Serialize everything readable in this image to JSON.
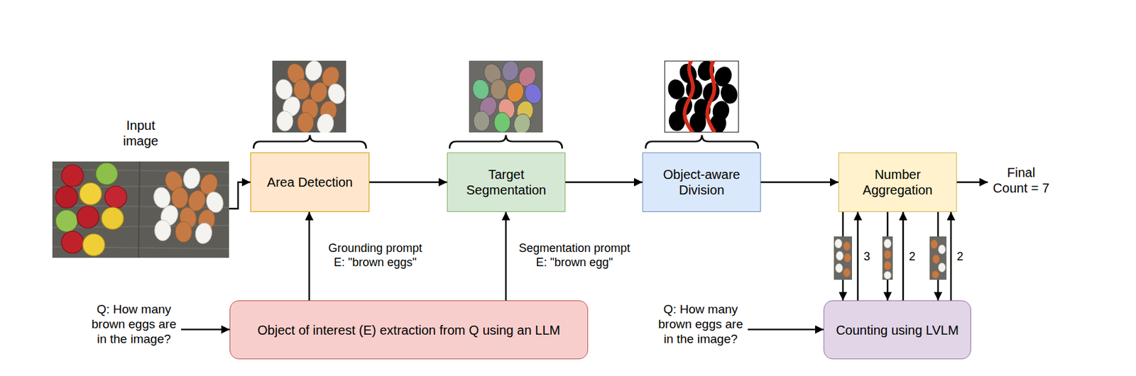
{
  "diagram": {
    "nodes": [
      {
        "text": [
          "Input image"
        ]
      },
      {
        "text": [
          "Area Detection"
        ]
      },
      {
        "text": [
          "Target Segmentation"
        ]
      },
      {
        "text": [
          "Object-aware Division"
        ]
      },
      {
        "text": [
          "Number Aggregation"
        ]
      },
      {
        "text": [
          "Object of interest (E) extraction from Q using an LLM"
        ]
      },
      {
        "text": [
          "Counting using LVLM"
        ]
      }
    ],
    "edges": [
      {
        "from": 0,
        "to": 1,
        "arrow": "to"
      },
      {
        "from": 1,
        "to": 2,
        "arrow": "to"
      },
      {
        "from": 2,
        "to": 3,
        "arrow": "to"
      },
      {
        "from": 3,
        "to": 4,
        "arrow": "to"
      },
      {
        "from": 5,
        "to": 1,
        "label": "Grounding prompt E: \"brown eggs\"",
        "arrow": "to"
      },
      {
        "from": 5,
        "to": 2,
        "label": "Segmentation prompt E: \"brown egg\"",
        "arrow": "to"
      },
      {
        "from": 4,
        "to": 6,
        "arrow": "to"
      },
      {
        "from": 6,
        "to": 4,
        "label": "3",
        "arrow": "to"
      },
      {
        "from": 4,
        "to": 6,
        "arrow": "to"
      },
      {
        "from": 6,
        "to": 4,
        "label": "2",
        "arrow": "to"
      },
      {
        "from": 4,
        "to": 6,
        "arrow": "to"
      },
      {
        "from": 6,
        "to": 4,
        "label": "2",
        "arrow": "to"
      }
    ],
    "labels": [
      "Final Count = 7",
      "Q: How many brown eggs are in the image?",
      "Q: How many brown eggs are in the image?"
    ]
  }
}
